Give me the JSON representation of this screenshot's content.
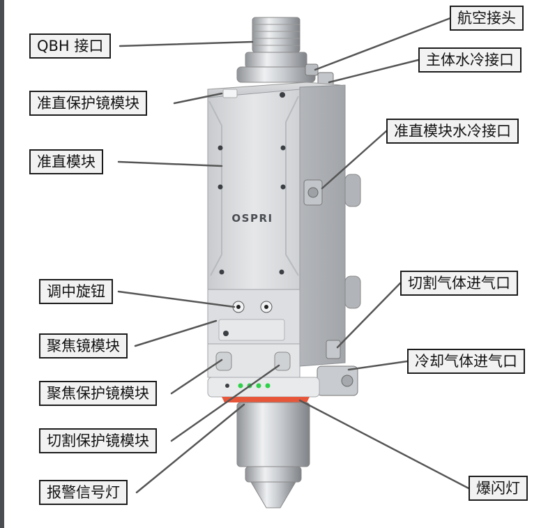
{
  "brand": "OSPRI",
  "labels": {
    "qbh": "QBH 接口",
    "aviation_connector": "航空接头",
    "body_water_cooling": "主体水冷接口",
    "collimator_protective_module": "准直保护镜模块",
    "collimator_water_cooling": "准直模块水冷接口",
    "collimator_module": "准直模块",
    "adjust_knob": "调中旋钮",
    "cutting_gas_inlet": "切割气体进气口",
    "focus_lens_module": "聚焦镜模块",
    "cooling_gas_inlet": "冷却气体进气口",
    "focus_protective_module": "聚焦保护镜模块",
    "cutting_protective_module": "切割保护镜模块",
    "alarm_signal_light": "报警信号灯",
    "burst_light": "爆闪灯"
  },
  "colors": {
    "label_border": "#1b1b1b",
    "label_fill": "#f2f2f2",
    "leader_line": "#555555",
    "signal_led": "#2fd14a",
    "burst_ring": "#e8563a",
    "left_bar": "#4a4d52"
  }
}
